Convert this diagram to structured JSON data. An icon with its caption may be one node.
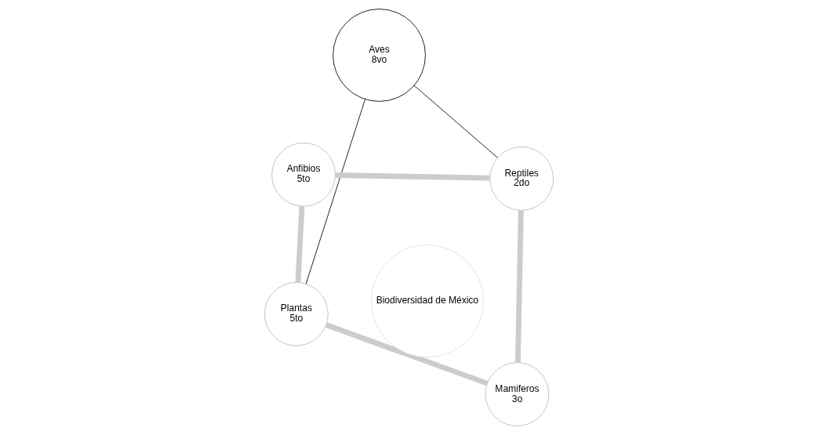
{
  "diagram": {
    "nodes": [
      {
        "text": [
          "Plantas",
          "5to"
        ]
      },
      {
        "text": [
          "Mamiferos",
          "3o"
        ]
      },
      {
        "text": [
          "Biodiversidad de México"
        ]
      },
      {
        "text": [
          "Anfibios",
          "5to"
        ]
      },
      {
        "text": [
          "Reptiles",
          "2do"
        ]
      },
      {
        "text": [
          "Aves",
          "8vo"
        ]
      }
    ],
    "edges": [
      {
        "from": 0,
        "to": 3,
        "arrow": "none"
      },
      {
        "from": 3,
        "to": 4,
        "arrow": "none"
      },
      {
        "from": 4,
        "to": 1,
        "arrow": "none"
      },
      {
        "from": 1,
        "to": 0,
        "arrow": "none"
      },
      {
        "from": 0,
        "to": 5,
        "arrow": "none",
        "color": "#000000"
      },
      {
        "from": 4,
        "to": 5,
        "arrow": "none",
        "color": "#000000"
      }
    ]
  }
}
